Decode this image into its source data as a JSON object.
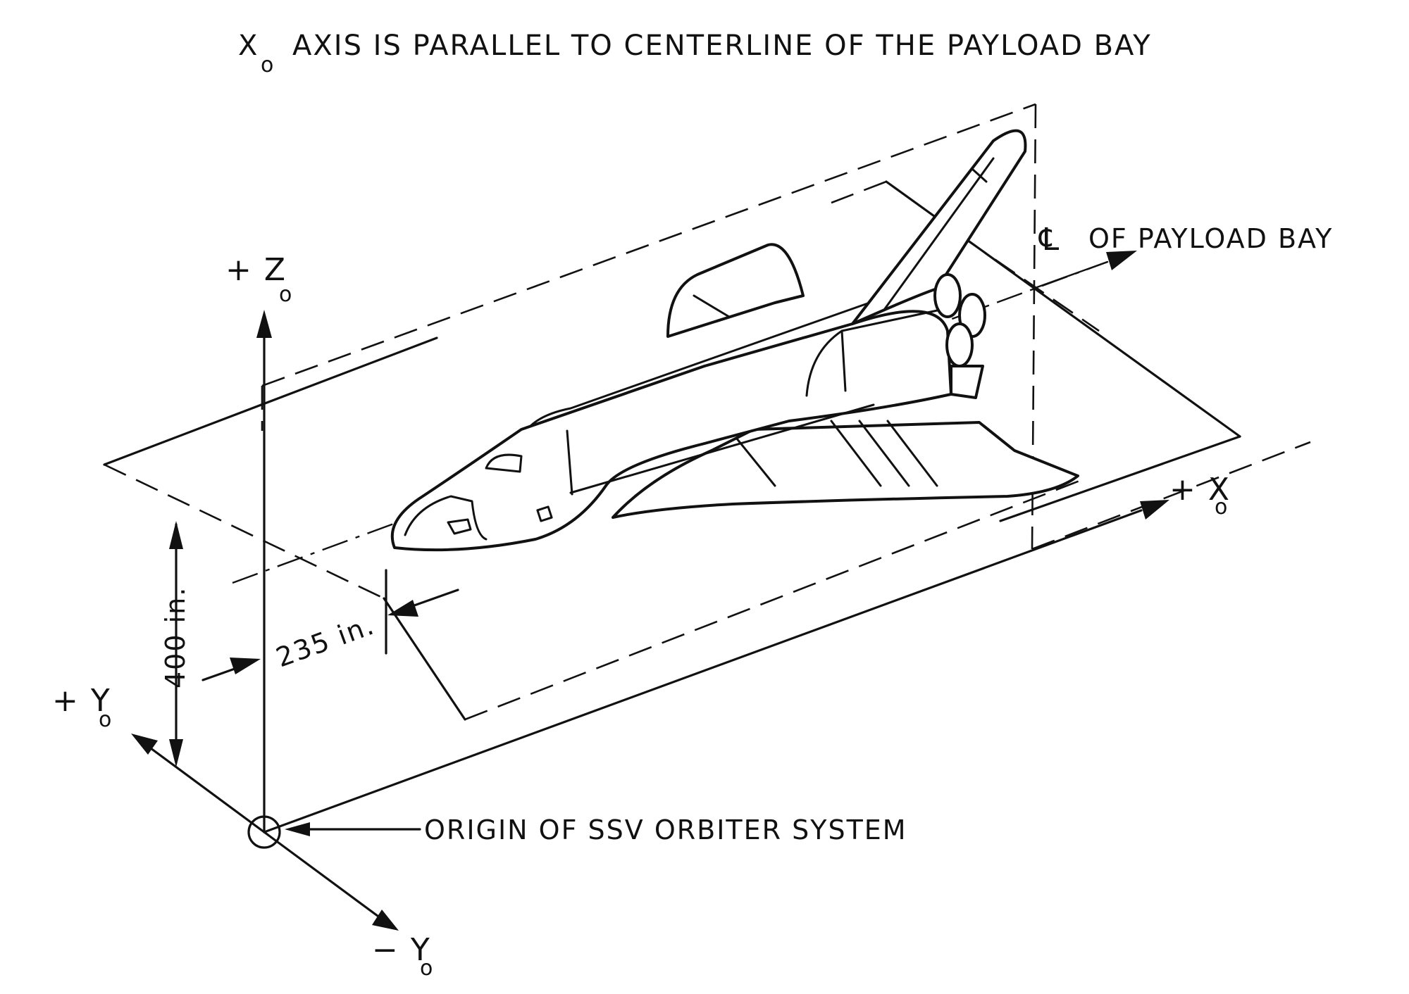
{
  "title": {
    "axis_letter": "X",
    "axis_sub": "o",
    "rest": "AXIS IS PARALLEL TO CENTERLINE OF THE PAYLOAD BAY"
  },
  "labels": {
    "plus_z": "+ Z",
    "plus_x": "+ X",
    "plus_y": "+ Y",
    "minus_y": "− Y",
    "axis_sub": "o",
    "centerline_symbol": "℄",
    "centerline_text": "OF PAYLOAD BAY",
    "origin": "ORIGIN OF SSV ORBITER SYSTEM",
    "dim_vertical": "400 in.",
    "dim_horizontal": "235 in."
  }
}
